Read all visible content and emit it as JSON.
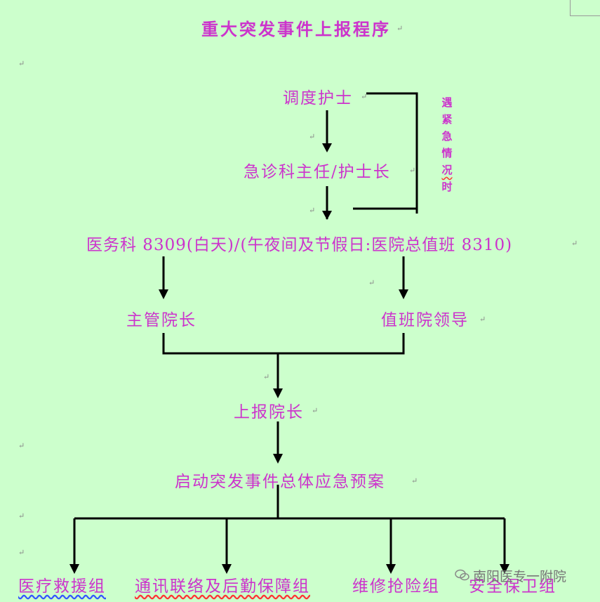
{
  "title": "重大突发事件上报程序",
  "nodes": {
    "dispatch_nurse": "调度护士",
    "er_director": "急诊科主任/护士长",
    "medical_affairs": "医务科 8309(白天)/(午夜间及节假日:医院总值班 8310)",
    "vp_in_charge": "主管院长",
    "duty_leader": "值班院领导",
    "report_president": "上报院长",
    "activate_plan": "启动突发事件总体应急预案",
    "group_medical": "医疗救援组",
    "group_comms": "通讯联络及后勤保障组",
    "group_repair": "维修抢险组",
    "group_security": "安全保卫组"
  },
  "side_note": [
    "遇",
    "紧",
    "急",
    "情",
    "况",
    "时"
  ],
  "watermark": "南阳医专一附院",
  "paragraph_mark": "↵",
  "colors": {
    "background": "#ccffcc",
    "text": "#cc33cc",
    "line": "#000000"
  }
}
